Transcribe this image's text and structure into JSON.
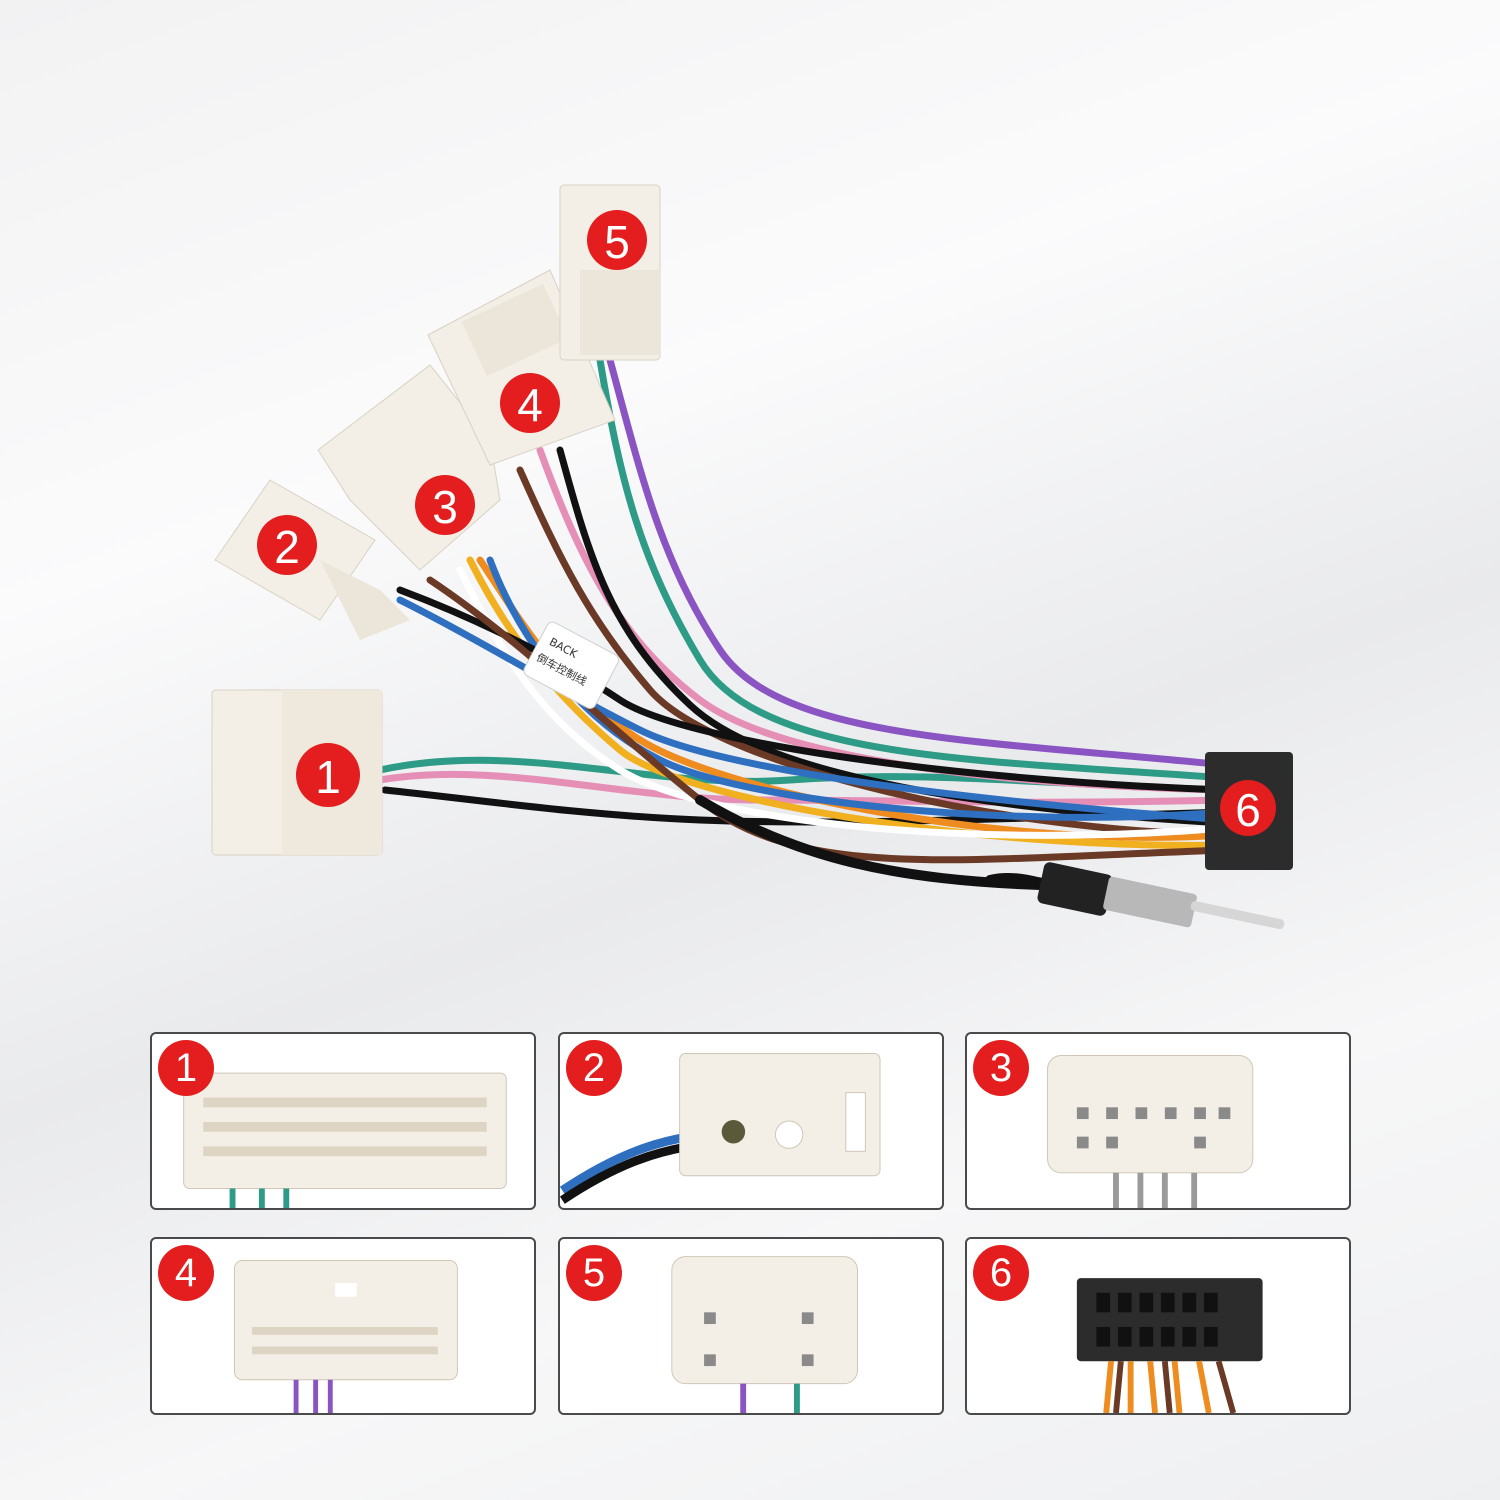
{
  "connectors": [
    {
      "number": "1"
    },
    {
      "number": "2"
    },
    {
      "number": "3"
    },
    {
      "number": "4"
    },
    {
      "number": "5"
    },
    {
      "number": "6"
    }
  ],
  "labels": {
    "back_tag": "BACK",
    "back_tag_sub": "倒车控制线"
  },
  "detail_panels": [
    {
      "number": "1",
      "icon": "connector-1-icon"
    },
    {
      "number": "2",
      "icon": "connector-2-icon"
    },
    {
      "number": "3",
      "icon": "connector-3-icon"
    },
    {
      "number": "4",
      "icon": "connector-4-icon"
    },
    {
      "number": "5",
      "icon": "connector-5-icon"
    },
    {
      "number": "6",
      "icon": "connector-6-icon"
    }
  ],
  "colors": {
    "badge": "#e41e1e",
    "connector_body": "#f4efe6",
    "plug_6": "#2c2c2c"
  }
}
